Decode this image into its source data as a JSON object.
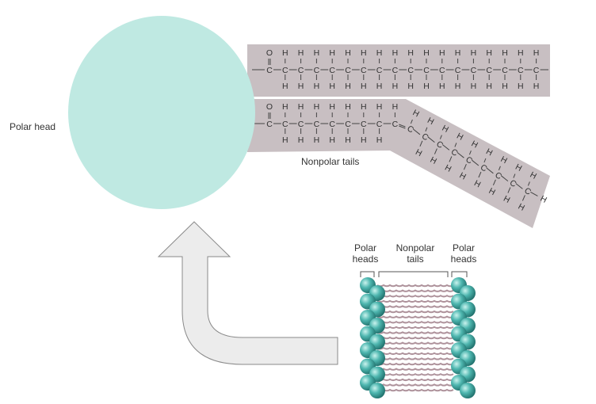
{
  "labels": {
    "polar_head": "Polar head",
    "nonpolar_tails": "Nonpolar tails"
  },
  "inset": {
    "left_heads": [
      "Polar",
      "heads"
    ],
    "middle_tails": [
      "Nonpolar",
      "tails"
    ],
    "right_heads": [
      "Polar",
      "heads"
    ]
  },
  "molecule": {
    "saturated_tail": {
      "carbonyl": "C",
      "oxygen": "O",
      "hydrogen": "H",
      "chain_carbons": 17
    },
    "unsaturated_tail": {
      "carbonyl": "C",
      "oxygen": "O",
      "hydrogen": "H",
      "carbons_before_double_bond": 8,
      "carbons_after_double_bond": 9
    }
  },
  "bilayer": {
    "lipid_pairs": 7
  },
  "colors": {
    "polar_head": "#bfe9e2",
    "tail_band": "#c8bfc2",
    "bilayer_head": "#4fb7b0",
    "bilayer_tail": "#a07f8a",
    "arrow_fill": "#ececec",
    "arrow_stroke": "#8a8a8a"
  }
}
